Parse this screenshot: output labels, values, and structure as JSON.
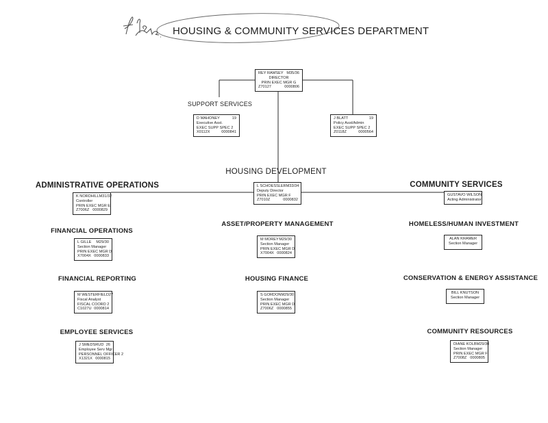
{
  "annotation": {
    "handwritten": "f/ile Eve."
  },
  "title": "HOUSING & COMMUNITY SERVICES DEPARTMENT",
  "director": {
    "name": "REY RAMSEY",
    "grade": "M35/36",
    "role": "DIRECTOR",
    "class": "PRIN EXEC MGR G",
    "code": "Z70127",
    "pos": "0000806"
  },
  "support_services": {
    "heading": "SUPPORT SERVICES",
    "left": {
      "name": "D MAHONEY",
      "grade": "19",
      "role": "Executive Asst.",
      "class": "EXEC SUPP SPEC 2",
      "code": "X0112X",
      "pos": "0000841"
    },
    "right": {
      "name": "J BLATT",
      "grade": "19",
      "role": "Policy Asst/Admin",
      "class": "EXEC SUPP SPEC 2",
      "code": "Z0118Z",
      "pos": "0000564"
    }
  },
  "housing_development": {
    "heading": "HOUSING DEVELOPMENT",
    "box": {
      "name": "L SCHOESSLER",
      "grade": "M33/34",
      "role": "Deputy Director",
      "class": "PRIN EXEC MGR F",
      "code": "Z7010Z",
      "pos": "0000832"
    }
  },
  "administrative_operations": {
    "heading": "ADMINISTRATIVE OPERATIONS",
    "box": {
      "name": "K NORDHILL",
      "grade": "M31/32",
      "role": "Controller",
      "class": "PRIN EXEC MGR E",
      "code": "Z7006Z",
      "pos": "0000829"
    }
  },
  "community_services": {
    "heading": "COMMUNITY SERVICES",
    "box": {
      "name": "GUSTAVO WILSON",
      "role": "Acting Administrator"
    }
  },
  "financial_operations": {
    "heading": "FINANCIAL OPERATIONS",
    "box": {
      "name": "L GILLE",
      "grade": "M29/30",
      "role": "Section Manager",
      "class": "PRIN EXEC MGR D",
      "code": "X7004X",
      "pos": "0000833"
    }
  },
  "asset_property": {
    "heading": "ASSET/PROPERTY MANAGEMENT",
    "box": {
      "name": "M MOREY",
      "grade": "M29/30",
      "role": "Section Manager",
      "class": "PRIN EXEC MGR D",
      "code": "X7004X",
      "pos": "0000824"
    }
  },
  "homeless": {
    "heading": "HOMELESS/HUMAN INVESTMENT",
    "box": {
      "name": "ALAN KRAMER",
      "role": "Section Manager"
    }
  },
  "financial_reporting": {
    "heading": "FINANCIAL REPORTING",
    "box": {
      "name": "M WESTERFIELD",
      "grade": "27",
      "role": "Fiscal Analyst",
      "class": "FISCAL COORD 2",
      "code": "C1027U",
      "pos": "0000814"
    }
  },
  "housing_finance": {
    "heading": "HOUSING FINANCE",
    "box": {
      "name": "S GORDON",
      "grade": "M29/30",
      "role": "Section Manager",
      "class": "PRIN EXEC MGR D",
      "code": "Z7006Z",
      "pos": "0000855"
    }
  },
  "conservation": {
    "heading": "CONSERVATION & ENERGY ASSISTANCE",
    "box": {
      "name": "BILL KNUTSON",
      "role": "Section Manager"
    }
  },
  "employee_services": {
    "heading": "EMPLOYEE SERVICES",
    "box": {
      "name": "J SMEDSRUD",
      "grade": "26",
      "role": "Employee Serv Mgr",
      "class": "PERSONNEL OFFICER 2",
      "code": "X1321X",
      "pos": "0000815"
    }
  },
  "community_resources": {
    "heading": "COMMUNITY RESOURCES",
    "box": {
      "name": "DIANE KOLB",
      "grade": "M29/30",
      "role": "Section Manager",
      "class": "PRIN EXEC MGR F",
      "code": "Z7008Z",
      "pos": "0000805"
    }
  }
}
